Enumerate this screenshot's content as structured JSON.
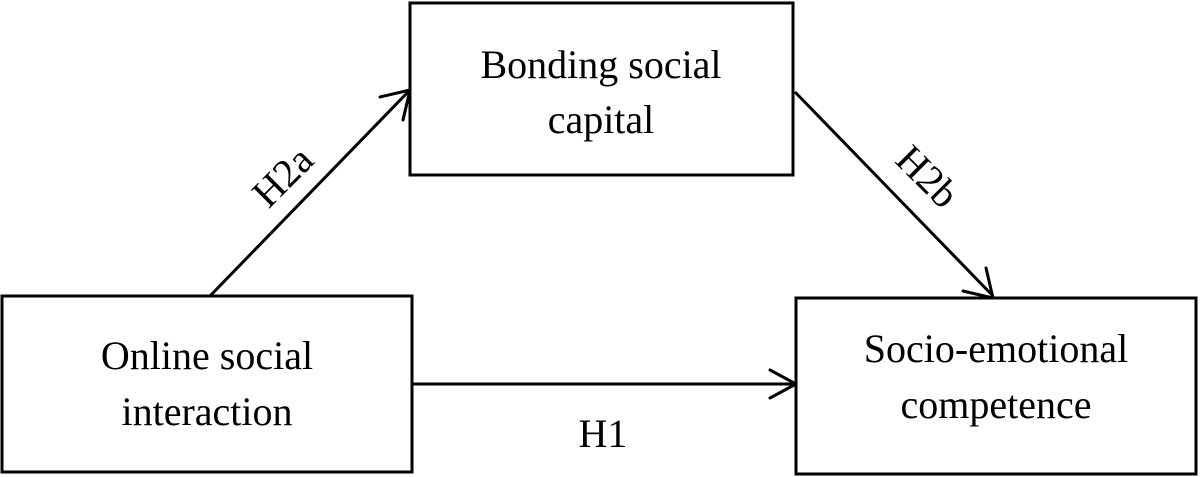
{
  "nodes": {
    "mediator": {
      "lines": [
        "Bonding social",
        "capital"
      ]
    },
    "predictor": {
      "lines": [
        "Online social",
        "interaction"
      ]
    },
    "outcome": {
      "lines": [
        "Socio-emotional",
        "competence"
      ]
    }
  },
  "edges": {
    "h2a": {
      "label": "H2a",
      "from": "predictor",
      "to": "mediator"
    },
    "h2b": {
      "label": "H2b",
      "from": "mediator",
      "to": "outcome"
    },
    "h1": {
      "label": "H1",
      "from": "predictor",
      "to": "outcome"
    }
  },
  "colors": {
    "stroke": "#000000",
    "background": "#ffffff",
    "text": "#000000"
  }
}
